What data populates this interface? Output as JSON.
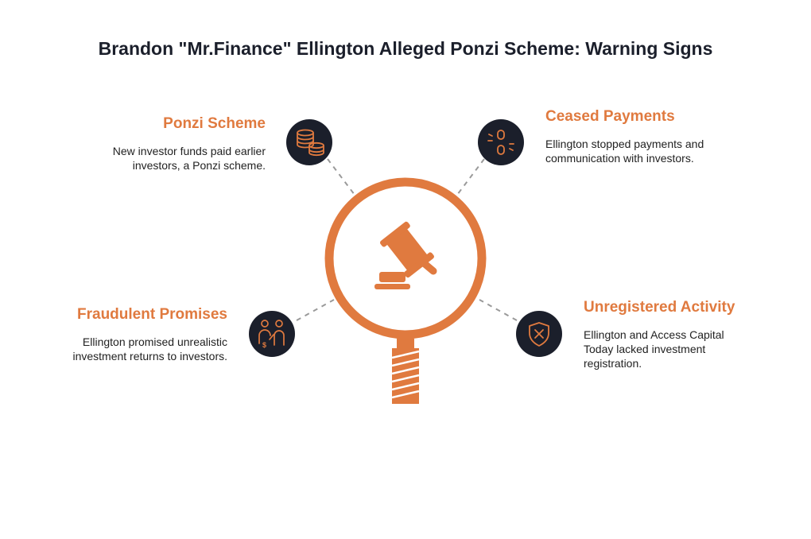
{
  "title": "Brandon \"Mr.Finance\" Ellington Alleged Ponzi Scheme: Warning Signs",
  "center_icon": "gavel-icon",
  "colors": {
    "accent": "#e07a3f",
    "dark": "#1b1f2b",
    "text": "#222222",
    "connector": "#9a9a9a"
  },
  "items": [
    {
      "heading": "Ponzi Scheme",
      "body": "New investor funds paid earlier investors, a Ponzi scheme.",
      "icon": "coin-stack-icon"
    },
    {
      "heading": "Ceased Payments",
      "body": "Ellington stopped payments and communication with investors.",
      "icon": "broken-link-icon"
    },
    {
      "heading": "Fraudulent Promises",
      "body": "Ellington promised unrealistic investment returns to investors.",
      "icon": "people-money-icon"
    },
    {
      "heading": "Unregistered Activity",
      "body": "Ellington and Access Capital Today lacked investment registration.",
      "icon": "shield-x-icon"
    }
  ]
}
